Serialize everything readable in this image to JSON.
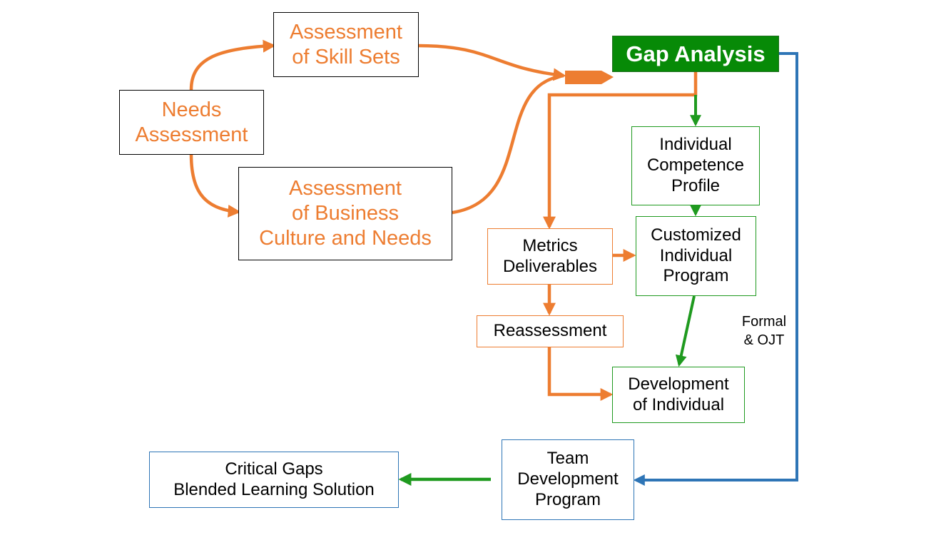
{
  "diagram": {
    "nodes": {
      "needs_assessment": {
        "lines": [
          "Needs",
          "Assessment"
        ]
      },
      "skill_sets": {
        "lines": [
          "Assessment",
          "of Skill Sets"
        ]
      },
      "business_culture": {
        "lines": [
          "Assessment",
          "of Business",
          "Culture and Needs"
        ]
      },
      "gap_analysis": {
        "lines": [
          "Gap Analysis"
        ]
      },
      "competence_profile": {
        "lines": [
          "Individual",
          "Competence",
          "Profile"
        ]
      },
      "metrics": {
        "lines": [
          "Metrics",
          "Deliverables"
        ]
      },
      "customized_program": {
        "lines": [
          "Customized",
          "Individual",
          "Program"
        ]
      },
      "reassessment": {
        "lines": [
          "Reassessment"
        ]
      },
      "development_individual": {
        "lines": [
          "Development",
          "of Individual"
        ]
      },
      "team_program": {
        "lines": [
          "Team",
          "Development",
          "Program"
        ]
      },
      "critical_gaps": {
        "lines": [
          "Critical Gaps",
          "Blended Learning Solution"
        ]
      }
    },
    "edge_label": {
      "lines": [
        "Formal",
        "& OJT"
      ]
    },
    "colors": {
      "orange": "#ED7D31",
      "green": "#1F9A1F",
      "gap_fill": "#078A07",
      "blue": "#2E75B6",
      "black": "#000000"
    }
  }
}
